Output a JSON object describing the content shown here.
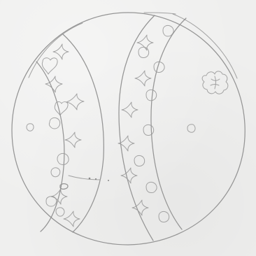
{
  "drawing": {
    "description": "",
    "colors": {
      "paper": "#efefee",
      "pencil": "#8d8d8d"
    },
    "icons": {
      "ball_outline": "circle-outline",
      "left_band": "curved-band",
      "right_band": "curved-band",
      "star": "four-point-star-icon",
      "circle": "small-circle-icon",
      "heart": "heart-icon",
      "flower": "flower-icon"
    }
  }
}
